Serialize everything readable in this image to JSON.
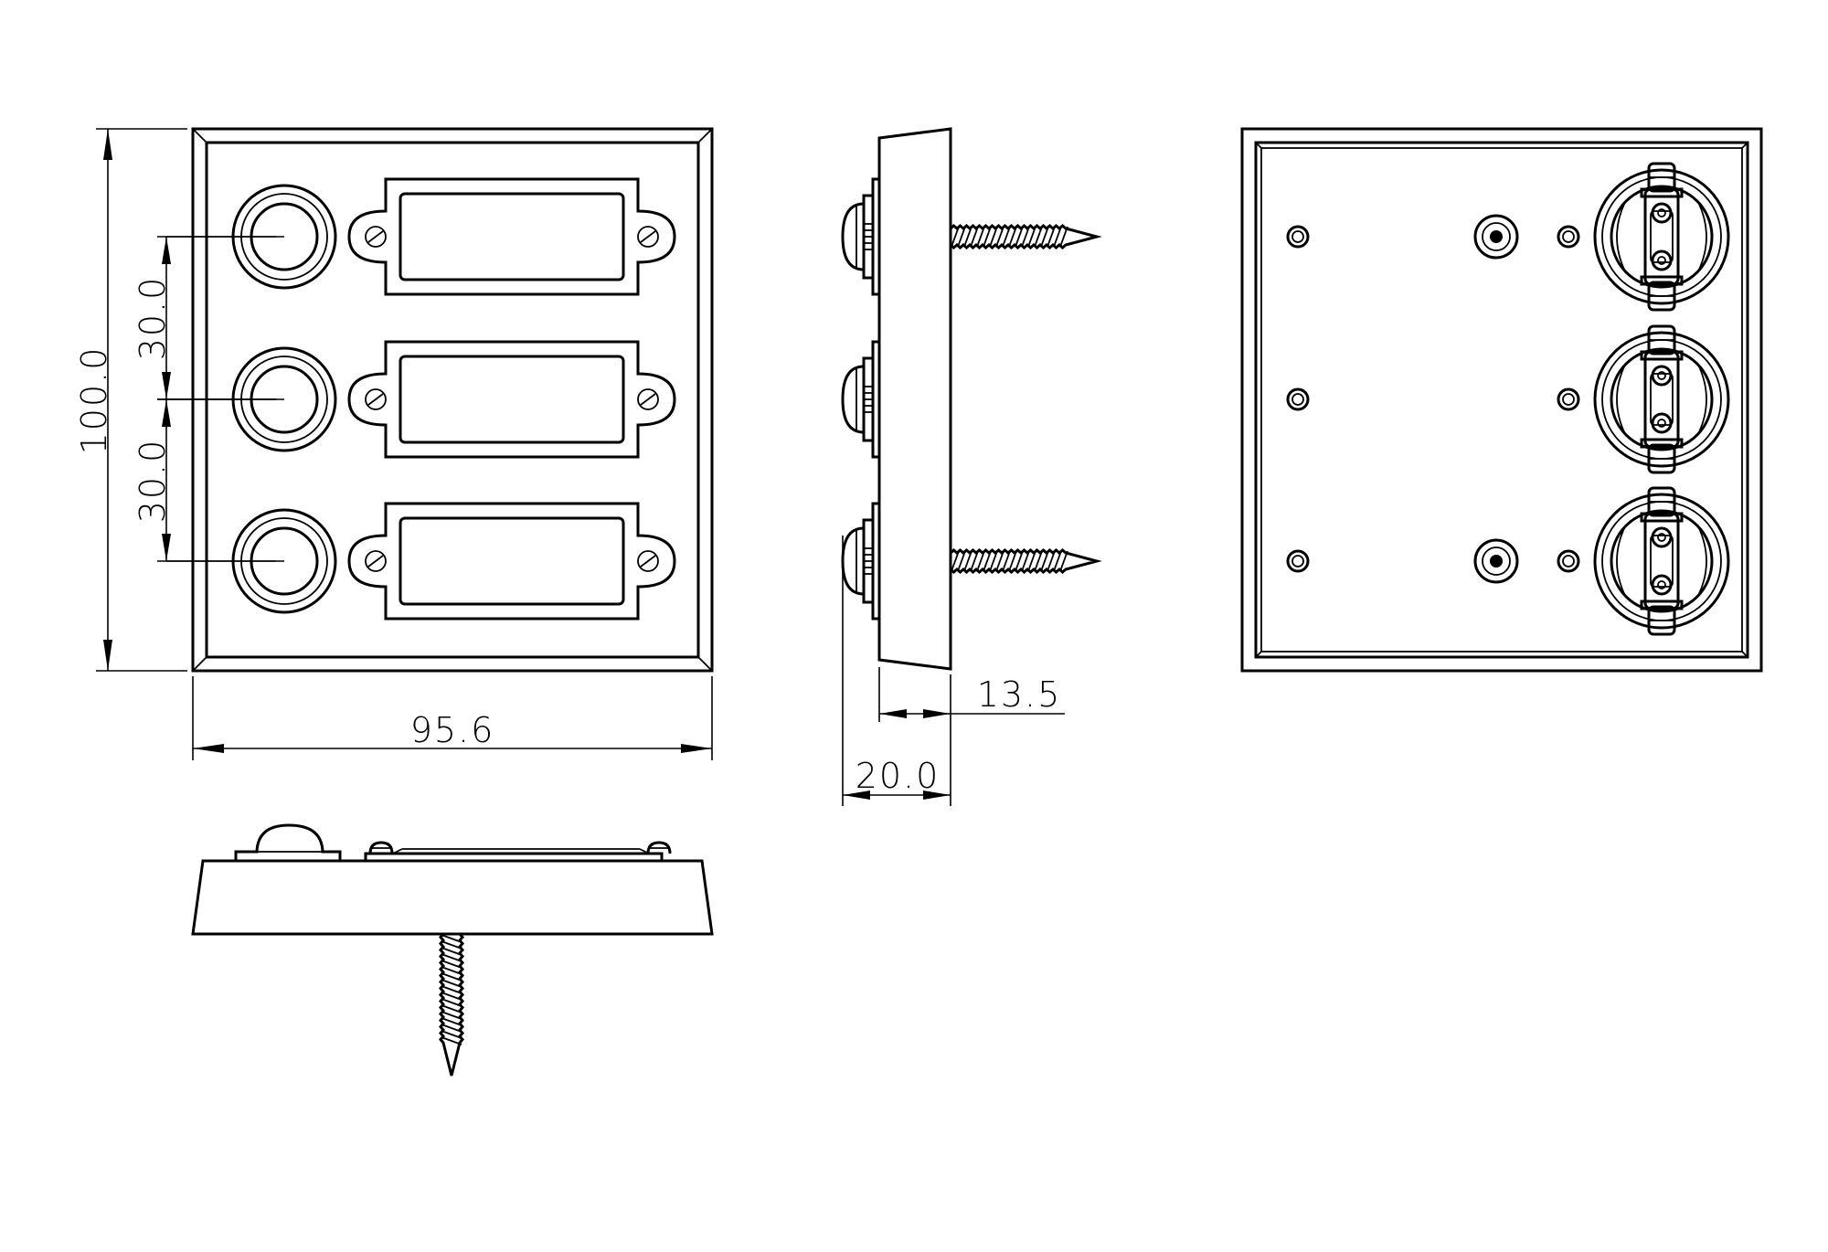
{
  "dimensions": {
    "height_total": "100.0",
    "spacing_upper": "30.0",
    "spacing_lower": "30.0",
    "width_total": "95.6",
    "body_depth": "13.5",
    "total_depth": "20.0"
  },
  "views": {
    "front": {
      "buttons": 3,
      "name_plates": 3
    },
    "side": {
      "buttons": 3,
      "screws": 2
    },
    "back": {
      "bell_sockets": 3,
      "mount_holes": 2,
      "small_holes": 6
    },
    "bottom": {
      "screws": 1
    }
  },
  "colors": {
    "line": "#000000",
    "background": "#ffffff"
  }
}
